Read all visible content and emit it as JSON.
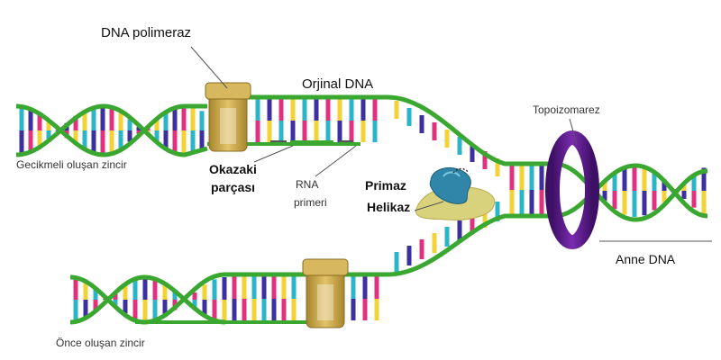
{
  "labels": {
    "dna_polymerase": "DNA polimeraz",
    "original_dna": "Orjinal DNA",
    "topoisomerase": "Topoizomarez",
    "lagging_strand": "Gecikmeli oluşan zincir",
    "okazaki_line1": "Okazaki",
    "okazaki_line2": "parçası",
    "rna_primer_line1": "RNA",
    "rna_primer_line2": "primeri",
    "primase": "Primaz",
    "helicase": "Helikaz",
    "parent_dna": "Anne DNA",
    "leading_strand": "Önce oluşan zincir"
  },
  "colors": {
    "backbone": "#3aa830",
    "rung_magenta": "#e0307e",
    "rung_yellow": "#f2d235",
    "rung_cyan": "#2bb5c8",
    "rung_purple": "#3c2fa0",
    "polymerase": "#c9a648",
    "topoisomerase": "#5e1c8f",
    "primase": "#2f86a8",
    "helicase": "#d8d07a"
  }
}
